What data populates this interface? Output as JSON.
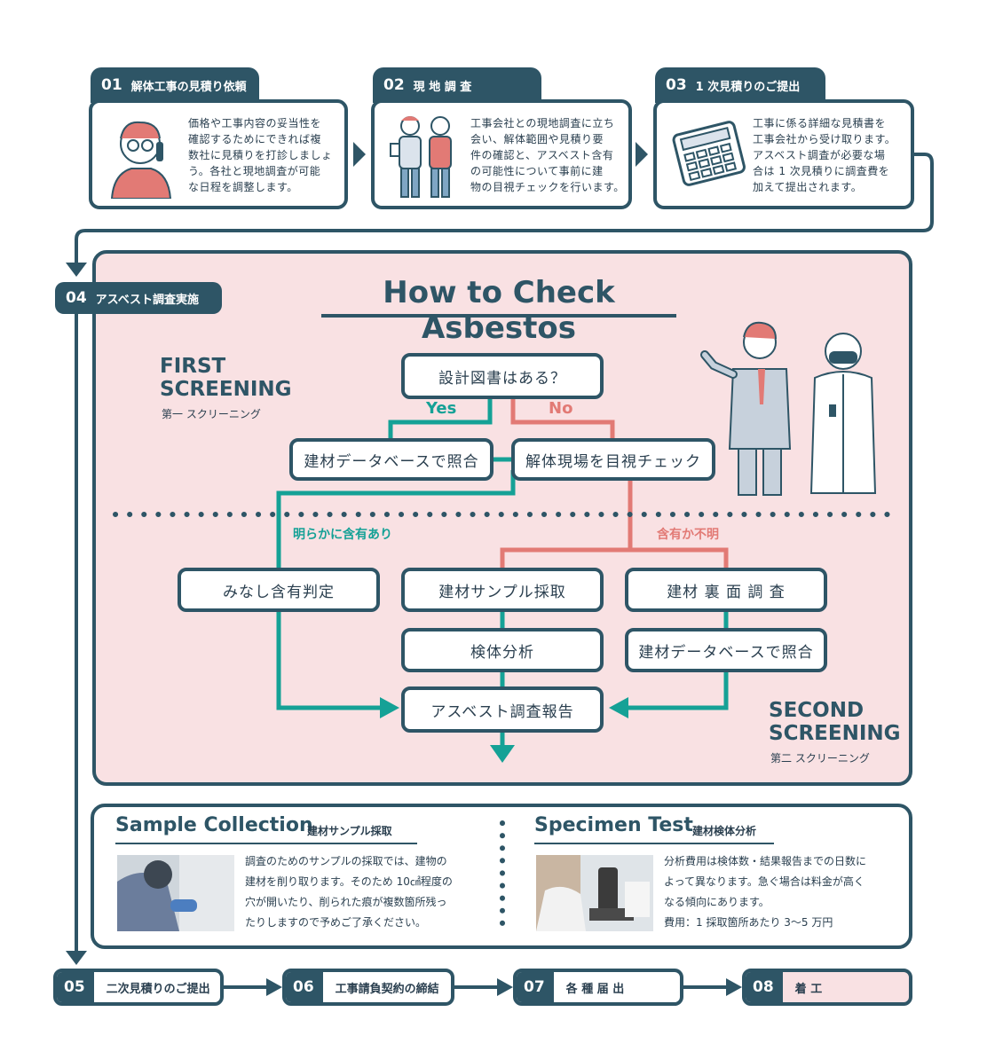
{
  "steps": [
    {
      "num": "01",
      "title": "解体工事の見積り依頼",
      "lines": [
        "価格や工事内容の妥当性を",
        "確認するためにできれば複",
        "数社に見積りを打診しましょ",
        "う。各社と現地調査が可能",
        "な日程を調整します。"
      ]
    },
    {
      "num": "02",
      "title": "現 地 調 査",
      "lines": [
        "工事会社との現地調査に立ち",
        "会い、解体範囲や見積り要",
        "件の確認と、アスベスト含有",
        "の可能性について事前に建",
        "物の目視チェックを行います。"
      ]
    },
    {
      "num": "03",
      "title": "1 次見積りのご提出",
      "lines": [
        "工事に係る詳細な見積書を",
        "工事会社から受け取ります。",
        "アスベスト調査が必要な場",
        "合は 1 次見積りに調査費を",
        "加えて提出されます。"
      ]
    }
  ],
  "step4": {
    "num": "04",
    "title": "アスベスト調査実施"
  },
  "panel": {
    "title": "How to Check Asbestos",
    "first_title": [
      "FIRST",
      "SCREENING"
    ],
    "first_sub": "第一 スクリーニング",
    "second_title": [
      "SECOND",
      "SCREENING"
    ],
    "second_sub": "第二 スクリーニング",
    "boxes": {
      "q": "設計図書はある？",
      "db1": "建材データベースで照合",
      "visual": "解体現場を目視チェック",
      "minashi": "みなし含有判定",
      "sample": "建材サンプル採取",
      "back": "建材 裏 面 調 査",
      "analysis": "検体分析",
      "db2": "建材データベースで照合",
      "report": "アスベスト調査報告"
    },
    "labels": {
      "yes": "Yes",
      "no": "No",
      "clear": "明らかに含有あり",
      "unclear": "含有か不明"
    }
  },
  "info": {
    "left": {
      "title": "Sample Collection",
      "sub": "建材サンプル採取",
      "lines": [
        "調査のためのサンプルの採取では、建物の",
        "建材を削り取ります。そのため 10㎠程度の",
        "穴が開いたり、削られた痕が複数箇所残っ",
        "たりしますので予めご了承ください。"
      ]
    },
    "right": {
      "title": "Specimen Test",
      "sub": "建材検体分析",
      "lines": [
        "分析費用は検体数・結果報告までの日数に",
        "よって異なります。急ぐ場合は料金が高く",
        "なる傾向にあります。",
        "費用：1 採取箇所あたり 3～5 万円"
      ]
    }
  },
  "bottom_steps": [
    {
      "num": "05",
      "label": "二次見積りのご提出"
    },
    {
      "num": "06",
      "label": "工事請負契約の締結"
    },
    {
      "num": "07",
      "label": "各 種 届 出"
    },
    {
      "num": "08",
      "label": "着 工"
    }
  ],
  "colors": {
    "navy": "#2e5566",
    "teal": "#15a196",
    "salmon": "#e27a75",
    "pink": "#f9e1e3"
  }
}
